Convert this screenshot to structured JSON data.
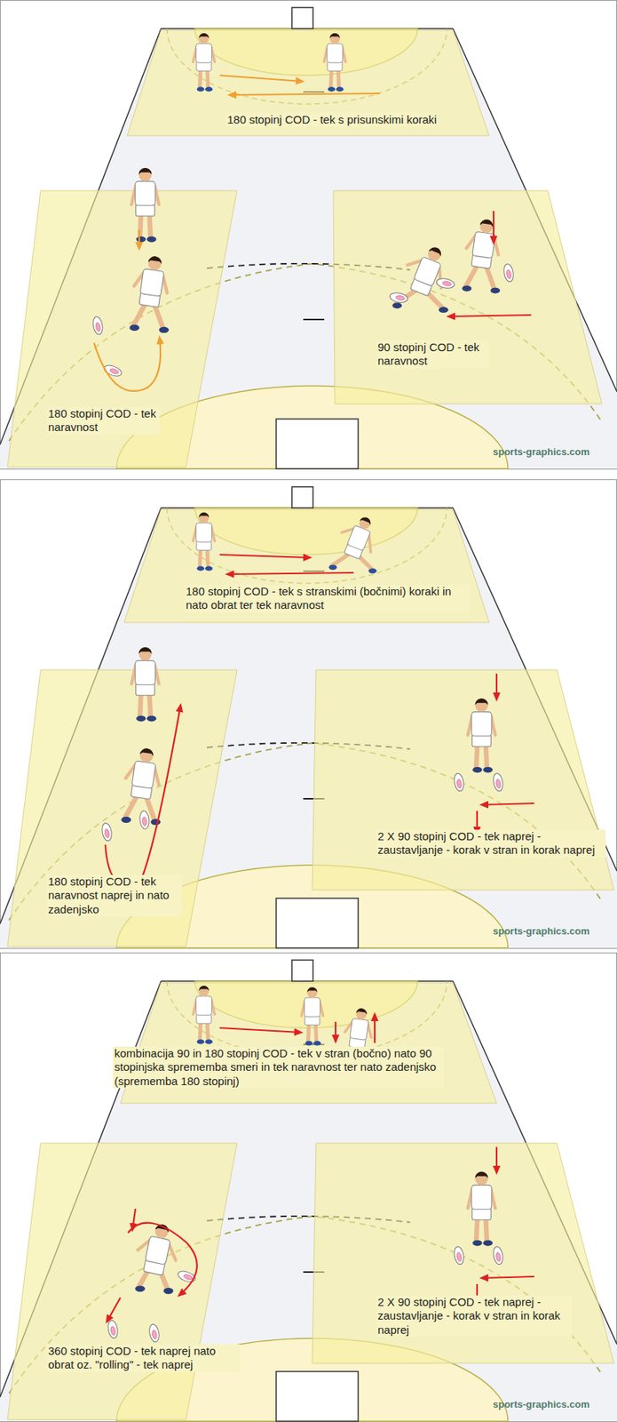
{
  "diagram": {
    "nodes": [
      {
        "text": [
          "180 stopinj COD - tek s prisunskimi koraki"
        ]
      },
      {
        "text": [
          "180 stopinj COD - tek naravnost"
        ]
      },
      {
        "text": [
          "90 stopinj COD - tek naravnost"
        ]
      },
      {
        "text": [
          "180 stopinj COD - tek s stranskimi (bočnimi) koraki in nato obrat ter tek naravnost"
        ]
      },
      {
        "text": [
          "180 stopinj COD - tek naravnost naprej in nato zadenjsko"
        ]
      },
      {
        "text": [
          "2 X 90 stopinj COD - tek naprej - zaustavljanje - korak v stran in korak naprej"
        ]
      },
      {
        "text": [
          "kombinacija 90 in 180 stopinj COD - tek v stran (bočno) nato 90 stopinjska sprememba smeri in tek naravnost ter nato zadenjsko (sprememba 180 stopinj)"
        ]
      },
      {
        "text": [
          "360 stopinj COD - tek naprej nato obrat oz. \"rolling\" - tek naprej"
        ]
      },
      {
        "text": [
          "2 X 90 stopinj COD - tek naprej - zaustavljanje - korak v stran in korak naprej"
        ]
      }
    ],
    "labels": [
      "sports-graphics.com",
      "sports-graphics.com",
      "sports-graphics.com"
    ]
  }
}
